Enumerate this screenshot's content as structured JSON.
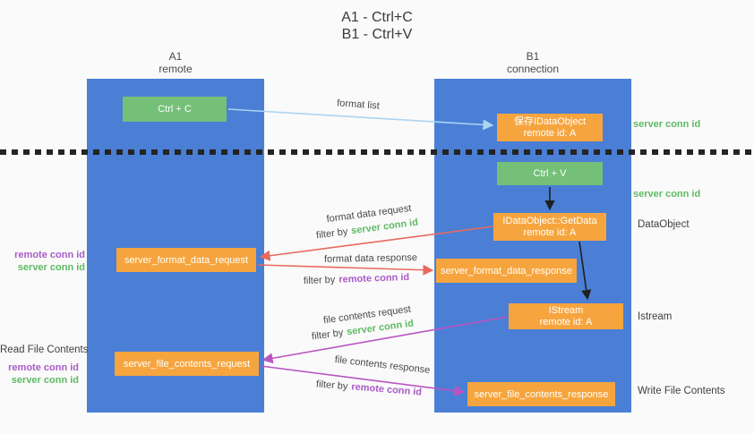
{
  "title": {
    "line1": "A1 - Ctrl+C",
    "line2": "B1 - Ctrl+V"
  },
  "lifelines": {
    "a1": {
      "name": "A1",
      "role": "remote"
    },
    "b1": {
      "name": "B1",
      "role": "connection"
    }
  },
  "nodes": {
    "ctrl_c": "Ctrl + C",
    "ctrl_v": "Ctrl + V",
    "save_dataobject": {
      "line1": "保存IDataObject",
      "line2": "remote id: A"
    },
    "getdata": {
      "line1": "IDataObject::GetData",
      "line2": "remote id: A"
    },
    "istream": {
      "line1": "IStream",
      "line2": "remote id: A"
    },
    "server_format_data_request": "server_format_data_request",
    "server_format_data_response": "server_format_data_response",
    "server_file_contents_request": "server_file_contents_request",
    "server_file_contents_response": "server_file_contents_response"
  },
  "arrow_labels": {
    "format_list": "format list",
    "format_data_request": "format data request",
    "format_data_response": "format data response",
    "file_contents_request": "file contents request",
    "file_contents_response": "file contents response",
    "filter_by": "filter by",
    "server_conn_id": "server conn id",
    "remote_conn_id": "remote conn id"
  },
  "side_labels": {
    "server_conn_id_top": "server conn id",
    "server_conn_id_mid": "server conn id",
    "dataobject": "DataObject",
    "istream": "Istream",
    "write_file_contents": "Write File Contents",
    "read_file_contents": "Read File Contents",
    "remote_conn_id": "remote conn id",
    "server_conn_id": "server conn id"
  },
  "colors": {
    "column_blue": "#4a7fd5",
    "box_green": "#74c078",
    "box_orange": "#f6a53e",
    "text_green": "#5eba64",
    "text_purple": "#aa5bc8",
    "arrow_red": "#e8695e",
    "arrow_magenta": "#bb54c3",
    "arrow_lightblue": "#aad4f2",
    "arrow_black": "#1f1f1f"
  }
}
